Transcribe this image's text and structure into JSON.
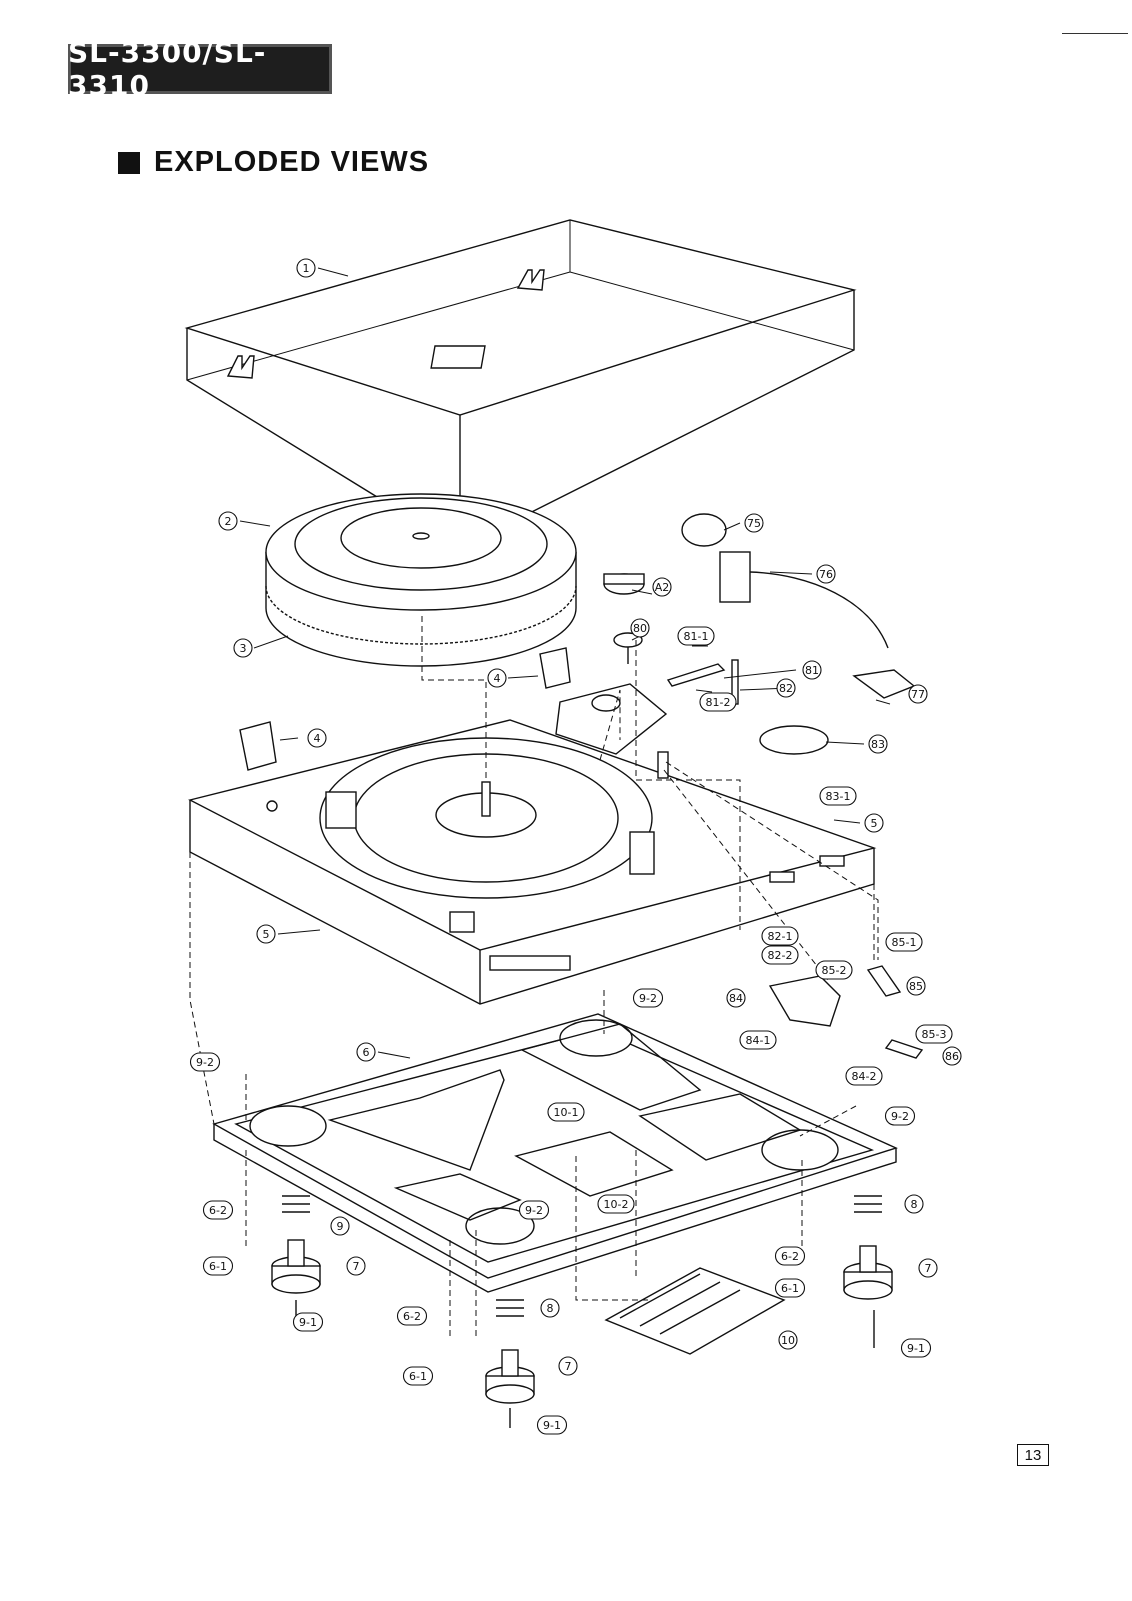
{
  "header": {
    "model": "SL-3300/SL-3310"
  },
  "section": {
    "title": "EXPLODED VIEWS"
  },
  "page": {
    "number": "13"
  },
  "callouts": {
    "c1": "1",
    "c2": "2",
    "c3": "3",
    "c4a": "4",
    "c4b": "4",
    "c5a": "5",
    "c5b": "5",
    "c6": "6",
    "c7a": "7",
    "c7b": "7",
    "c7c": "7",
    "c8a": "8",
    "c8b": "8",
    "c9": "9",
    "c9_1a": "9-1",
    "c9_1b": "9-1",
    "c9_1c": "9-1",
    "c9_2a": "9-2",
    "c9_2b": "9-2",
    "c9_2c": "9-2",
    "c9_2d": "9-2",
    "c6_1a": "6-1",
    "c6_1b": "6-1",
    "c6_1c": "6-1",
    "c6_2a": "6-2",
    "c6_2b": "6-2",
    "c6_2c": "6-2",
    "c10": "10",
    "c10_1": "10-1",
    "c10_2": "10-2",
    "cA2": "A2",
    "c75": "75",
    "c76": "76",
    "c77": "77",
    "c80": "80",
    "c81": "81",
    "c81_1": "81-1",
    "c81_2": "81-2",
    "c82": "82",
    "c82_1": "82-1",
    "c82_2": "82-2",
    "c83": "83",
    "c83_1": "83-1",
    "c84": "84",
    "c84_1": "84-1",
    "c84_2": "84-2",
    "c85": "85",
    "c85_1": "85-1",
    "c85_2": "85-2",
    "c85_3": "85-3",
    "c86": "86"
  }
}
